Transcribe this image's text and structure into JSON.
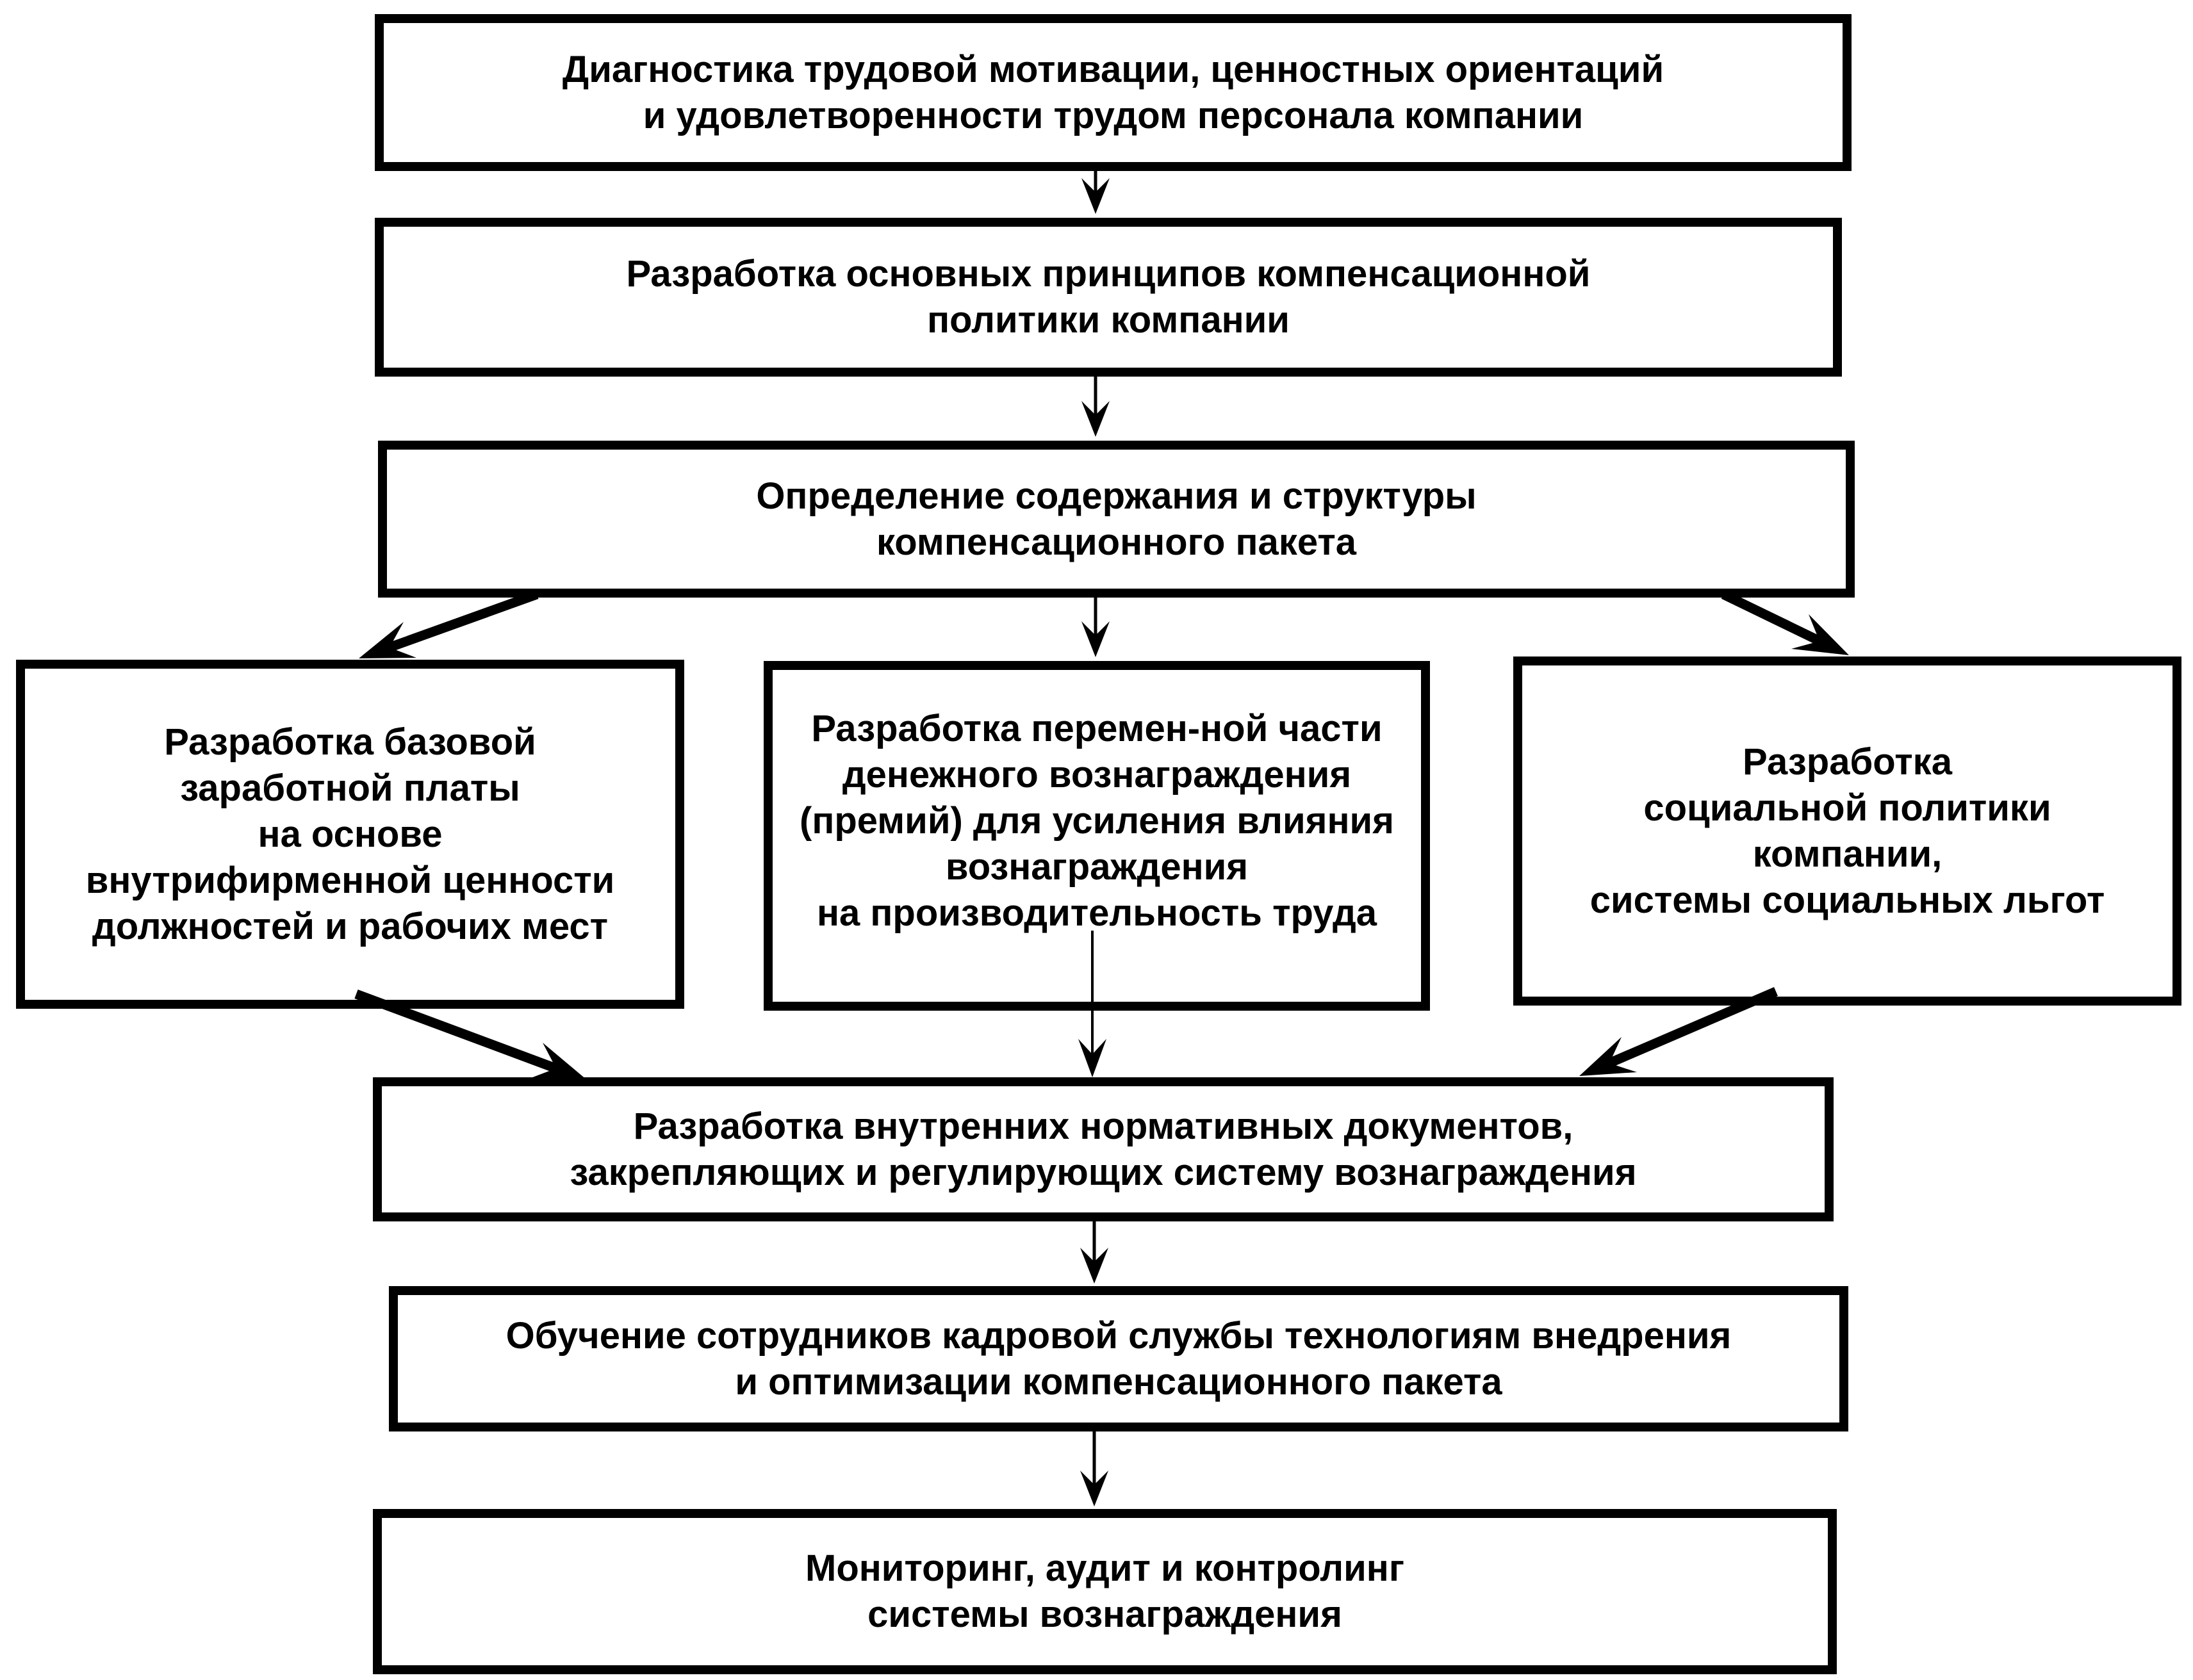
{
  "diagram": {
    "background_color": "#ffffff",
    "ink_color": "#000000",
    "boxes": {
      "diagnostics": {
        "id": "diagnostics",
        "lines": [
          "Диагностика трудовой мотивации, ценностных ориентаций",
          "и удовлетворенности трудом персонала компании"
        ]
      },
      "principles": {
        "id": "principles",
        "lines": [
          "Разработка основных принципов компенсационной",
          "политики компании"
        ]
      },
      "structure": {
        "id": "structure",
        "lines": [
          "Определение содержания и структуры",
          "компенсационного пакета"
        ]
      },
      "base_salary": {
        "id": "base_salary",
        "lines": [
          "Разработка базовой",
          "заработной платы",
          "на основе",
          "внутрифирменной ценности",
          "должностей и рабочих мест"
        ]
      },
      "variable_pay": {
        "id": "variable_pay",
        "lines": [
          "Разработка перемен-ной части",
          "денежного вознаграждения",
          "(премий) для усиления влияния",
          "вознаграждения",
          "на производительность труда"
        ]
      },
      "social_policy": {
        "id": "social_policy",
        "lines": [
          "Разработка",
          "социальной политики",
          "компании,",
          "системы социальных льгот"
        ]
      },
      "regulations": {
        "id": "regulations",
        "lines": [
          "Разработка внутренних нормативных документов,",
          "закрепляющих и регулирующих систему вознаграждения"
        ]
      },
      "training": {
        "id": "training",
        "lines": [
          "Обучение сотрудников кадровой службы технологиям внедрения",
          "и оптимизации компенсационного пакета"
        ]
      },
      "monitoring": {
        "id": "monitoring",
        "lines": [
          "Мониторинг, аудит и контролинг",
          "системы вознаграждения"
        ]
      }
    },
    "edges": [
      {
        "from": "diagnostics",
        "to": "principles"
      },
      {
        "from": "principles",
        "to": "structure"
      },
      {
        "from": "structure",
        "to": "base_salary"
      },
      {
        "from": "structure",
        "to": "variable_pay"
      },
      {
        "from": "structure",
        "to": "social_policy"
      },
      {
        "from": "base_salary",
        "to": "regulations"
      },
      {
        "from": "variable_pay",
        "to": "regulations"
      },
      {
        "from": "social_policy",
        "to": "regulations"
      },
      {
        "from": "regulations",
        "to": "training"
      },
      {
        "from": "training",
        "to": "monitoring"
      }
    ]
  }
}
